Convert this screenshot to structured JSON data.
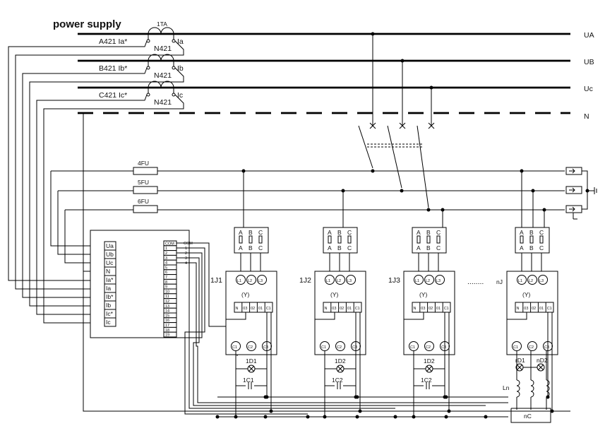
{
  "title": "power supply",
  "bus_labels": [
    "UA",
    "UB",
    "Uc",
    "N"
  ],
  "ct": {
    "ratio_label": "1TA",
    "rows": [
      {
        "left": "A421 Ia*",
        "bottom": "N421",
        "right": "Ia"
      },
      {
        "left": "B421 Ib*",
        "bottom": "N421",
        "right": "Ib"
      },
      {
        "left": "C421 Ic*",
        "bottom": "N421",
        "right": "Ic"
      }
    ]
  },
  "fuses": [
    "4FU",
    "5FU",
    "6FU"
  ],
  "meter": {
    "terminals_left": [
      "Ua",
      "Ub",
      "Uc",
      "N",
      "Ia*",
      "Ia",
      "Ib*",
      "Ib",
      "Ic*",
      "Ic"
    ],
    "terminals_right": [
      "COM",
      "1",
      "2",
      "3",
      "4",
      "5",
      "6",
      "7",
      "8",
      "9",
      "10",
      "11",
      "12",
      "13",
      "14",
      "15",
      "16",
      "17",
      "18",
      "19"
    ],
    "com_labels": [
      "COM",
      "1",
      "2",
      "3",
      "4"
    ]
  },
  "fuse_block": {
    "top": [
      "A",
      "B",
      "C"
    ],
    "bottom": [
      "A",
      "B",
      "C"
    ]
  },
  "contactor": {
    "top_terminals": [
      "L1",
      "L2",
      "L3"
    ],
    "wye": "(Y)",
    "control_terminals": [
      "N",
      "03",
      "02",
      "01",
      "C1"
    ],
    "bottom_terminals": [
      "C1",
      "C2",
      "C3"
    ]
  },
  "units": [
    {
      "id": "1J1",
      "lamp": "1D1",
      "cap": "1C1"
    },
    {
      "id": "1J2",
      "lamp": "1D2",
      "cap": "1C2"
    },
    {
      "id": "1J3",
      "lamp": "1D2",
      "cap": "1C2"
    },
    {
      "id": "nJ",
      "lamp_left": "rD1",
      "lamp_right": "nD2",
      "reactor": "Ln",
      "cap": "nC"
    }
  ],
  "ellipsis": "........"
}
